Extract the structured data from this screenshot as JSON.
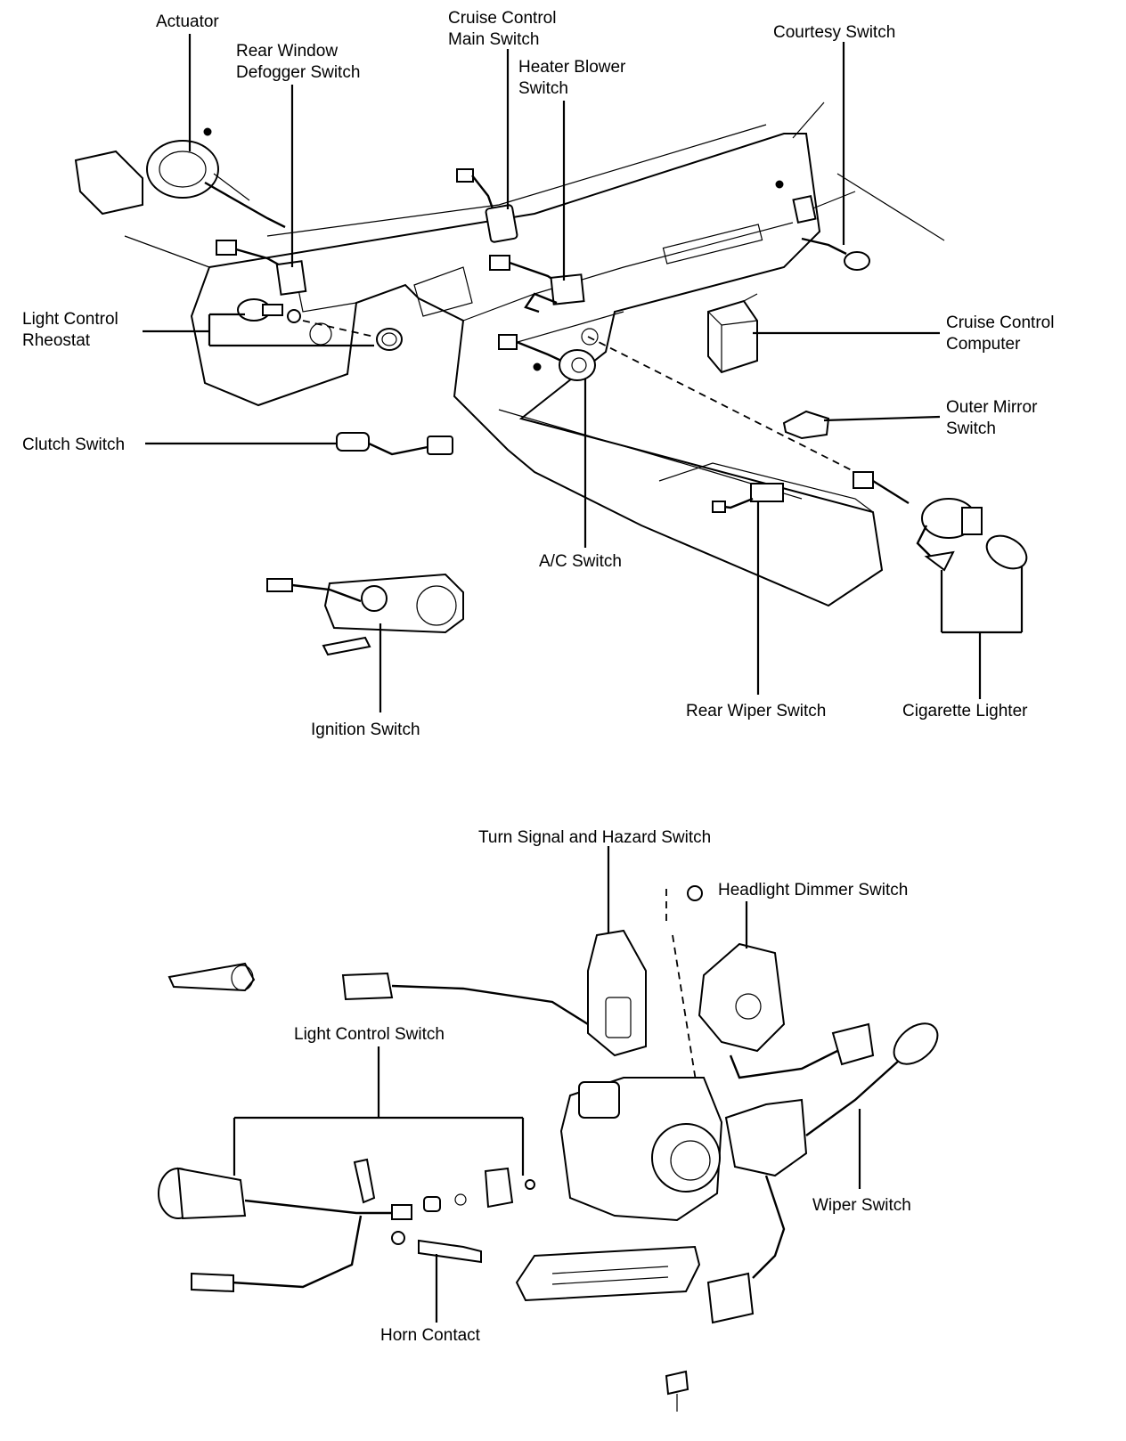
{
  "labels": {
    "actuator": "Actuator",
    "rear_window_defogger_switch": [
      "Rear Window",
      "Defogger Switch"
    ],
    "cruise_control_main_switch": [
      "Cruise Control",
      "Main Switch"
    ],
    "heater_blower_switch": [
      "Heater Blower",
      "Switch"
    ],
    "courtesy_switch": "Courtesy Switch",
    "light_control_rheostat": [
      "Light Control",
      "Rheostat"
    ],
    "cruise_control_computer": [
      "Cruise Control",
      "Computer"
    ],
    "outer_mirror_switch": [
      "Outer Mirror",
      "Switch"
    ],
    "clutch_switch": "Clutch Switch",
    "ac_switch": "A/C Switch",
    "ignition_switch": "Ignition Switch",
    "rear_wiper_switch": "Rear Wiper Switch",
    "cigarette_lighter": "Cigarette Lighter",
    "turn_signal_and_hazard_switch": "Turn Signal and Hazard Switch",
    "headlight_dimmer_switch": "Headlight Dimmer Switch",
    "light_control_switch": "Light Control Switch",
    "wiper_switch": "Wiper Switch",
    "horn_contact": "Horn Contact"
  }
}
